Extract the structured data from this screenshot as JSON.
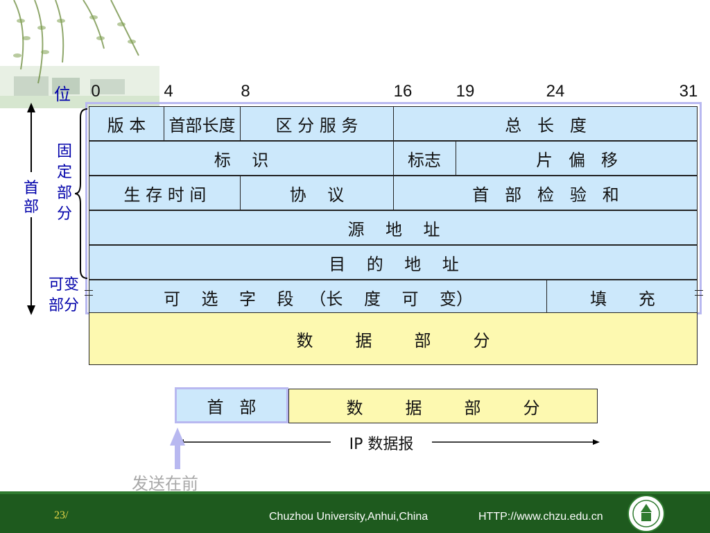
{
  "bit_label": "位",
  "bit_positions": [
    "0",
    "4",
    "8",
    "16",
    "19",
    "24",
    "31"
  ],
  "rows": [
    [
      "版 本",
      "首部长度",
      "区 分 服 务",
      "总   长   度"
    ],
    [
      "标    识",
      "标志",
      "片   偏   移"
    ],
    [
      "生 存 时 间",
      "协    议",
      "首   部   检   验   和"
    ],
    [
      "源    地    址"
    ],
    [
      "目    的    地    址"
    ],
    [
      "可    选    字    段   （长    度    可    变）",
      "填      充"
    ]
  ],
  "data_part": "数        据        部        分",
  "labels": {
    "header": [
      "首",
      "部"
    ],
    "fixed_part": [
      "固",
      "定",
      "部",
      "分"
    ],
    "variable_part": [
      "可变",
      "部分"
    ]
  },
  "packet": {
    "header": "首   部",
    "data": "数        据        部        分",
    "title": "IP 数据报",
    "send_first": "发送在前"
  },
  "footer": {
    "page": "23/",
    "university": "Chuzhou University,Anhui,China",
    "url": "HTTP://www.chzu.edu.cn"
  },
  "colors": {
    "header_fill": "#cce8fb",
    "data_fill": "#fdf9b0",
    "frame": "#b8b8f0",
    "label_blue": "#0000aa",
    "footer_green": "#1e5a1e"
  }
}
